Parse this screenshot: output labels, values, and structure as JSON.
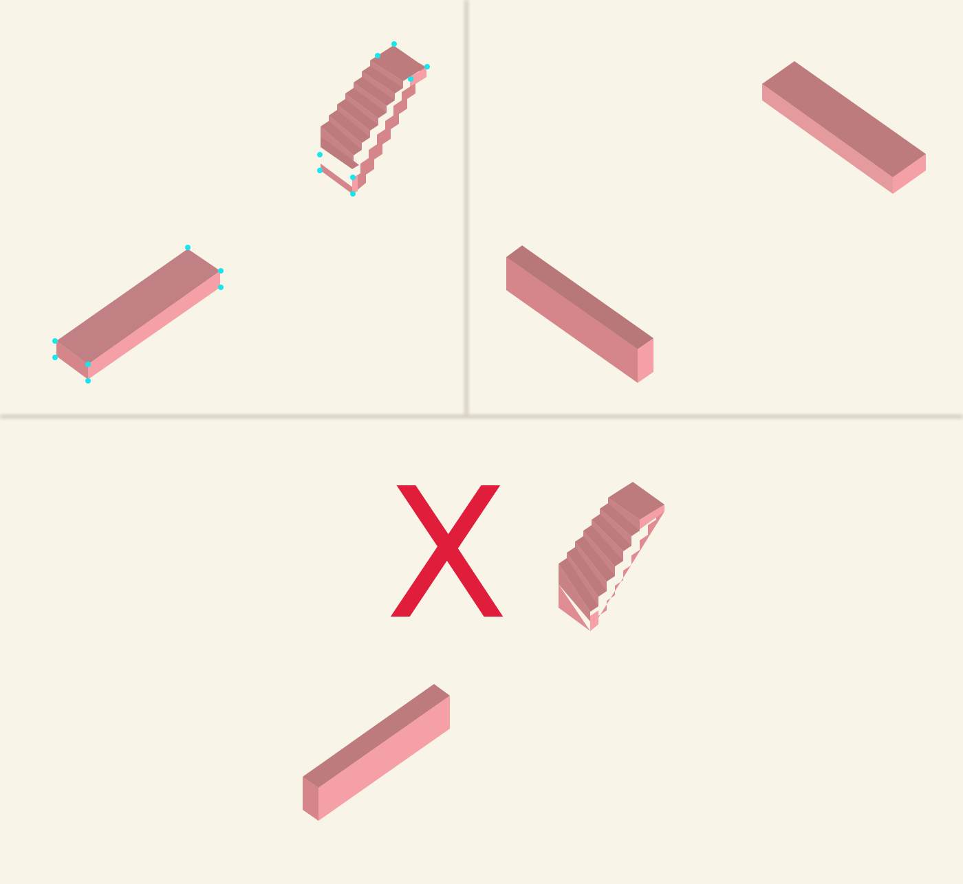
{
  "puzzle": {
    "wrong_mark": "X",
    "colors": {
      "background": "#f8f4e8",
      "divider": "#d6d0c3",
      "block_top": "#bd7b7d",
      "block_side_left": "#d4868a",
      "block_side_right": "#f5a0a6",
      "anchor": "#18e6ee",
      "wrong_mark": "#e01e3c"
    },
    "panels": [
      {
        "id": "panel-1",
        "pieces": [
          "staircase",
          "bar"
        ],
        "selected": true
      },
      {
        "id": "panel-2",
        "pieces": [
          "bar",
          "bar"
        ],
        "selected": false
      },
      {
        "id": "panel-3",
        "pieces": [
          "staircase",
          "bar"
        ],
        "selected": false,
        "marked_wrong": true
      }
    ]
  }
}
